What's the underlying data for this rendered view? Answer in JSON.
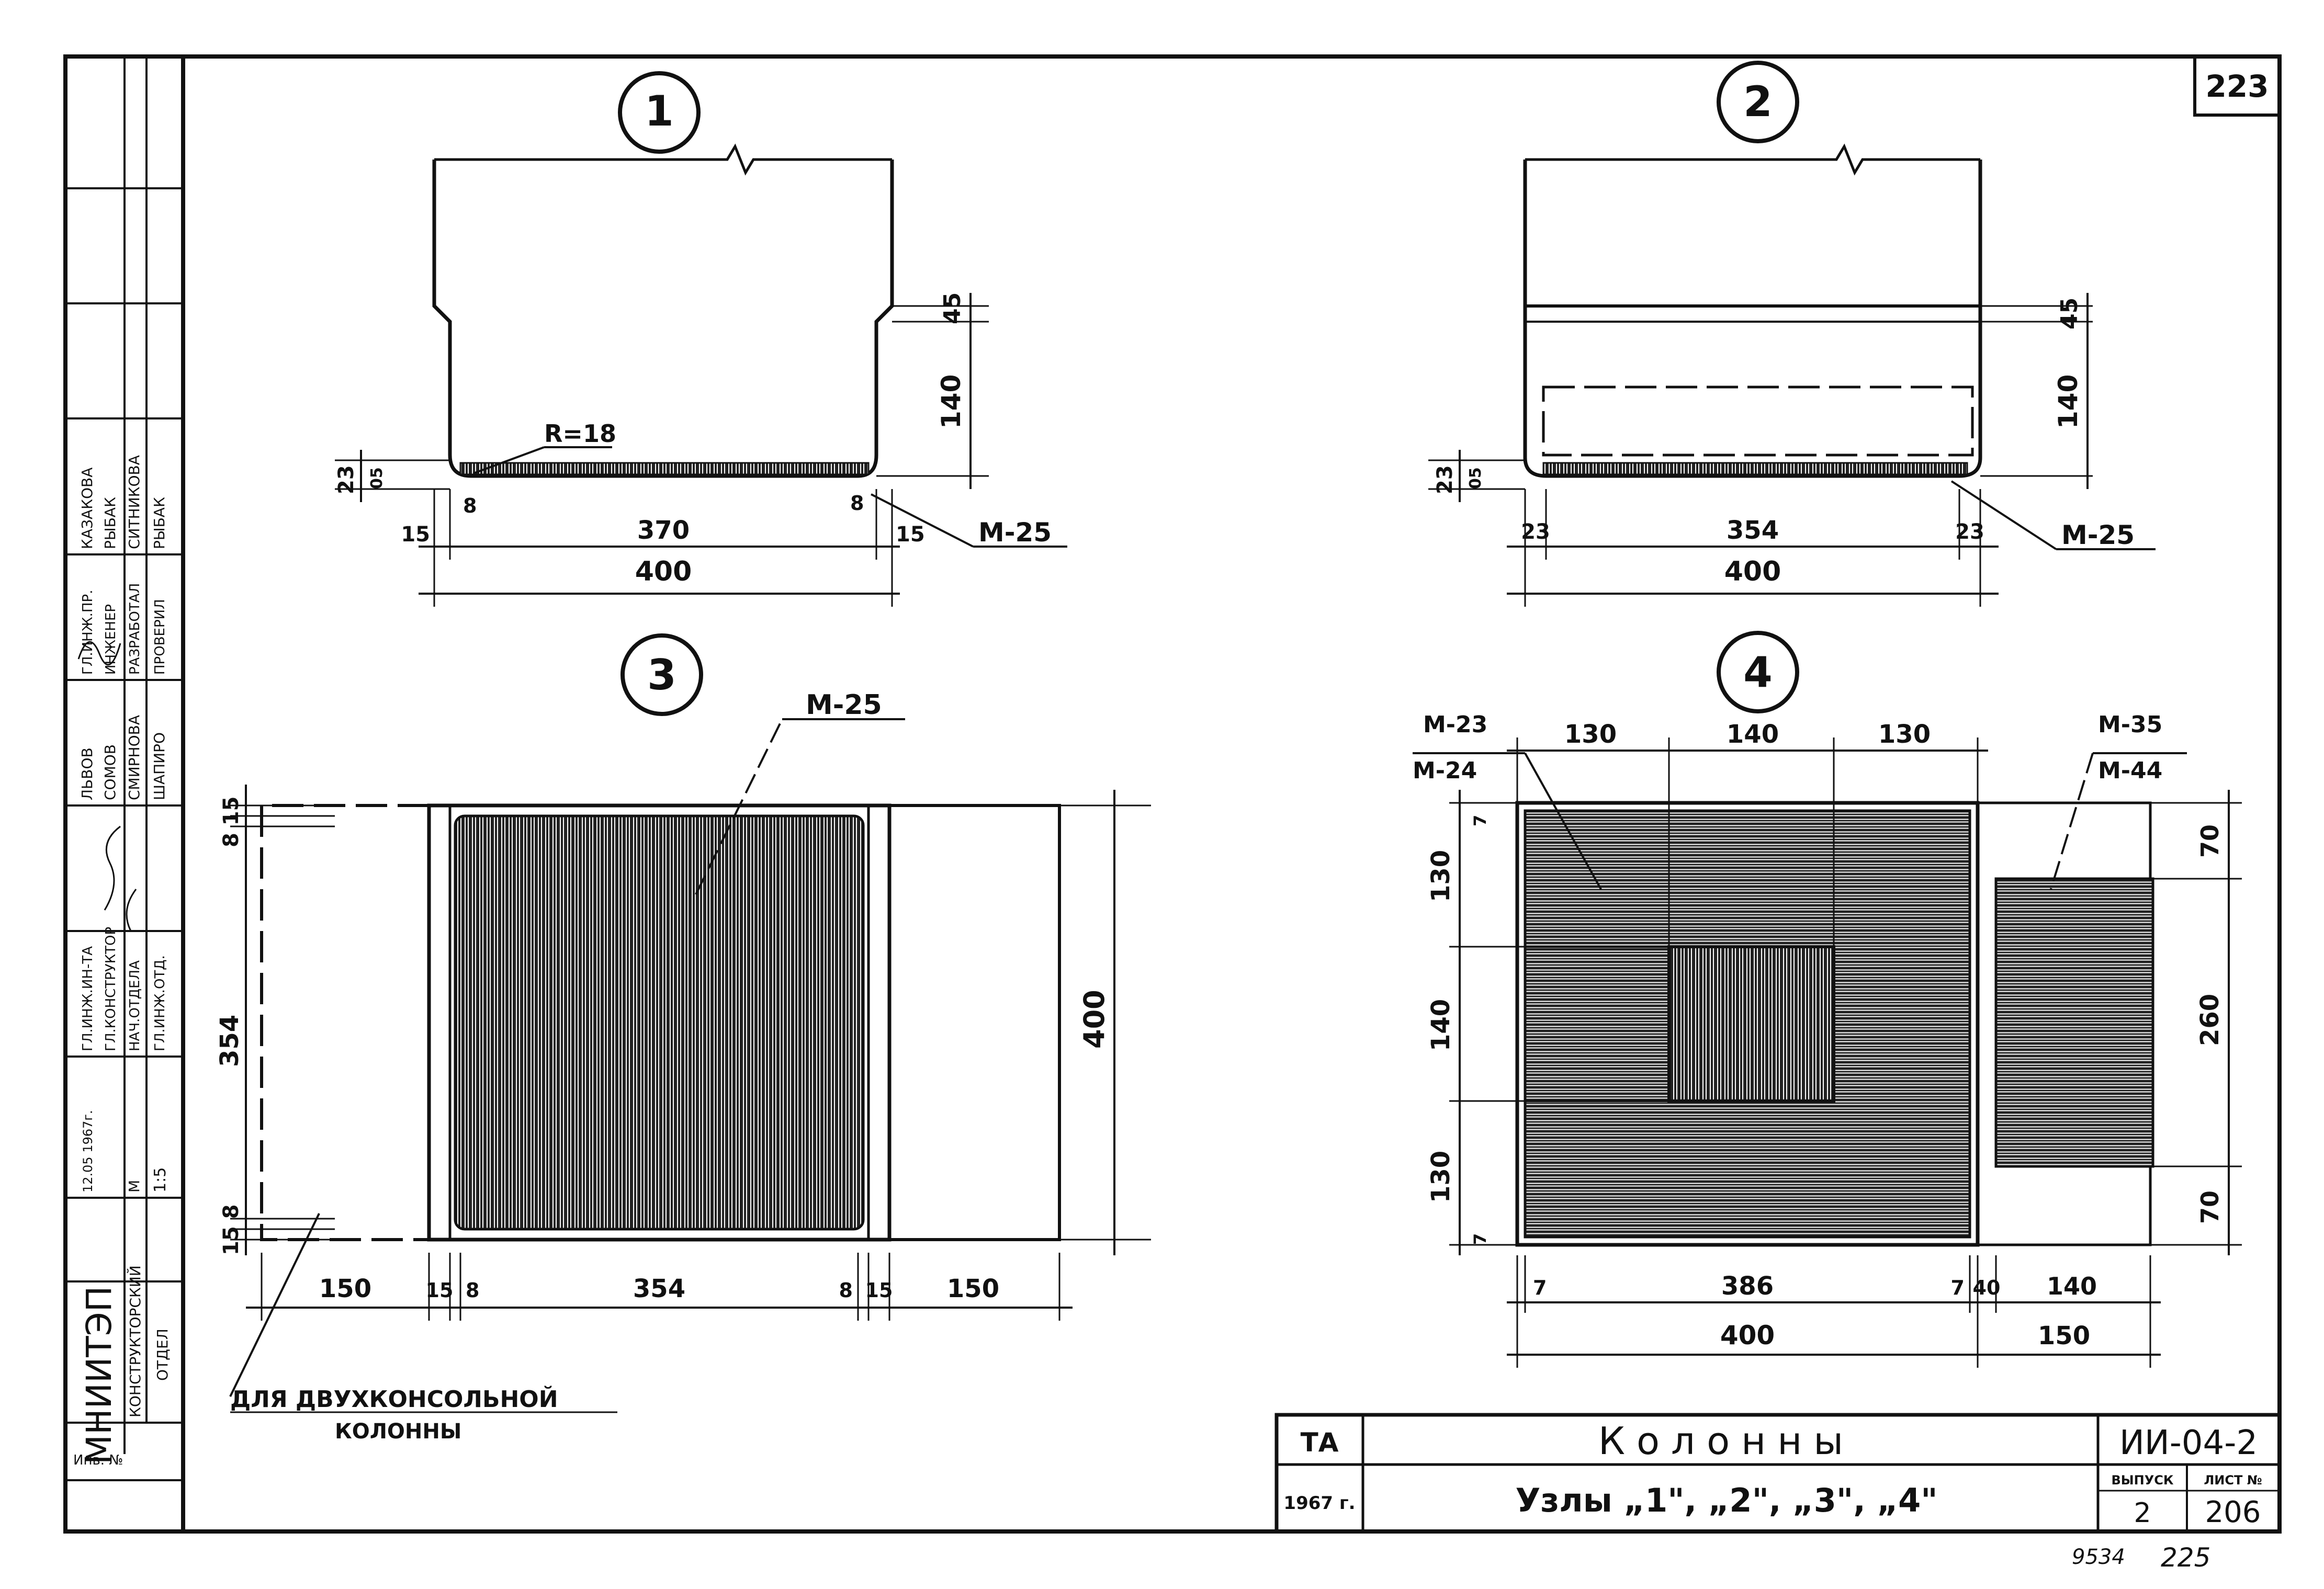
{
  "sheet": {
    "page_number": "223",
    "footer_handwritten": "9534",
    "footer_page": "225"
  },
  "views": {
    "v1": {
      "marker": "1",
      "r_label": "R=18",
      "dims": {
        "d45": "45",
        "d140": "140",
        "d23": "23",
        "d05": "05",
        "d15l": "15",
        "d370": "370",
        "d15r": "15",
        "d400": "400",
        "d8l": "8",
        "d8r": "8"
      },
      "mark": "M-25"
    },
    "v2": {
      "marker": "2",
      "dims": {
        "d45": "45",
        "d140": "140",
        "d23": "23",
        "d05": "05",
        "d23l": "23",
        "d354": "354",
        "d23r": "23",
        "d400": "400"
      },
      "mark": "M-25"
    },
    "v3": {
      "marker": "3",
      "mark": "M-25",
      "dims": {
        "d815": "8 15",
        "d354v": "354",
        "d158": "15 8",
        "d400": "400",
        "d150l": "150",
        "d15l": "15",
        "d8l": "8",
        "d354h": "354",
        "d8r": "8",
        "d15r": "15",
        "d150r": "150"
      },
      "note_line1": "ДЛЯ ДВУХКОНСОЛЬНОЙ",
      "note_line2": "КОЛОННЫ"
    },
    "v4": {
      "marker": "4",
      "mark_left_top": "M-23",
      "mark_left_bottom": "M-24",
      "mark_right_top": "M-35",
      "mark_right_bottom": "M-44",
      "dims": {
        "t130a": "130",
        "t140": "140",
        "t130b": "130",
        "l130a": "130",
        "l140": "140",
        "l130b": "130",
        "l7a": "7",
        "l7b": "7",
        "r70a": "70",
        "r260": "260",
        "r70b": "70",
        "b7l": "7",
        "b386": "386",
        "b7r": "7",
        "b40": "40",
        "b140": "140",
        "b400": "400",
        "b150": "150"
      }
    }
  },
  "side_stamp": {
    "org": "МНИИТЭП",
    "dept_line1": "КОНСТРУКТОРСКИЙ",
    "dept_line2": "ОТДЕЛ",
    "inv_label": "Инв. №",
    "date": "12.05 1967г.",
    "scale_label": "М",
    "scale": "1:5",
    "rows": [
      {
        "role": "ГЛ.ИНЖ.ИН-ТА",
        "name": "ЛЬВОВ"
      },
      {
        "role": "ГЛ.КОНСТРУКТОР",
        "name": "СОМОВ"
      },
      {
        "role": "НАЧ.ОТДЕЛА",
        "name": "СМИРНОВА"
      },
      {
        "role": "ГЛ.ИНЖ.ОТД.",
        "name": "ШАПИРО"
      },
      {
        "role": "ГЛ.ИНЖ.ПР.",
        "name": "КАЗАКОВА"
      },
      {
        "role": "ИНЖЕНЕР",
        "name": "РЫБАК"
      },
      {
        "role": "РАЗРАБОТАЛ",
        "name": "СИТНИКОВА"
      },
      {
        "role": "ПРОВЕРИЛ",
        "name": "РЫБАК"
      }
    ]
  },
  "title_block": {
    "series_code": "ТА",
    "year": "1967 г.",
    "title": "Колонны",
    "subtitle": "Узлы „1\", „2\", „3\", „4\"",
    "doc_code": "ИИ-04-2",
    "issue_label": "ВЫПУСК",
    "issue": "2",
    "sheet_label": "ЛИСТ №",
    "sheet": "206"
  },
  "colors": {
    "ink": "#111111",
    "paper": "#ffffff",
    "hatch": "#222222"
  }
}
